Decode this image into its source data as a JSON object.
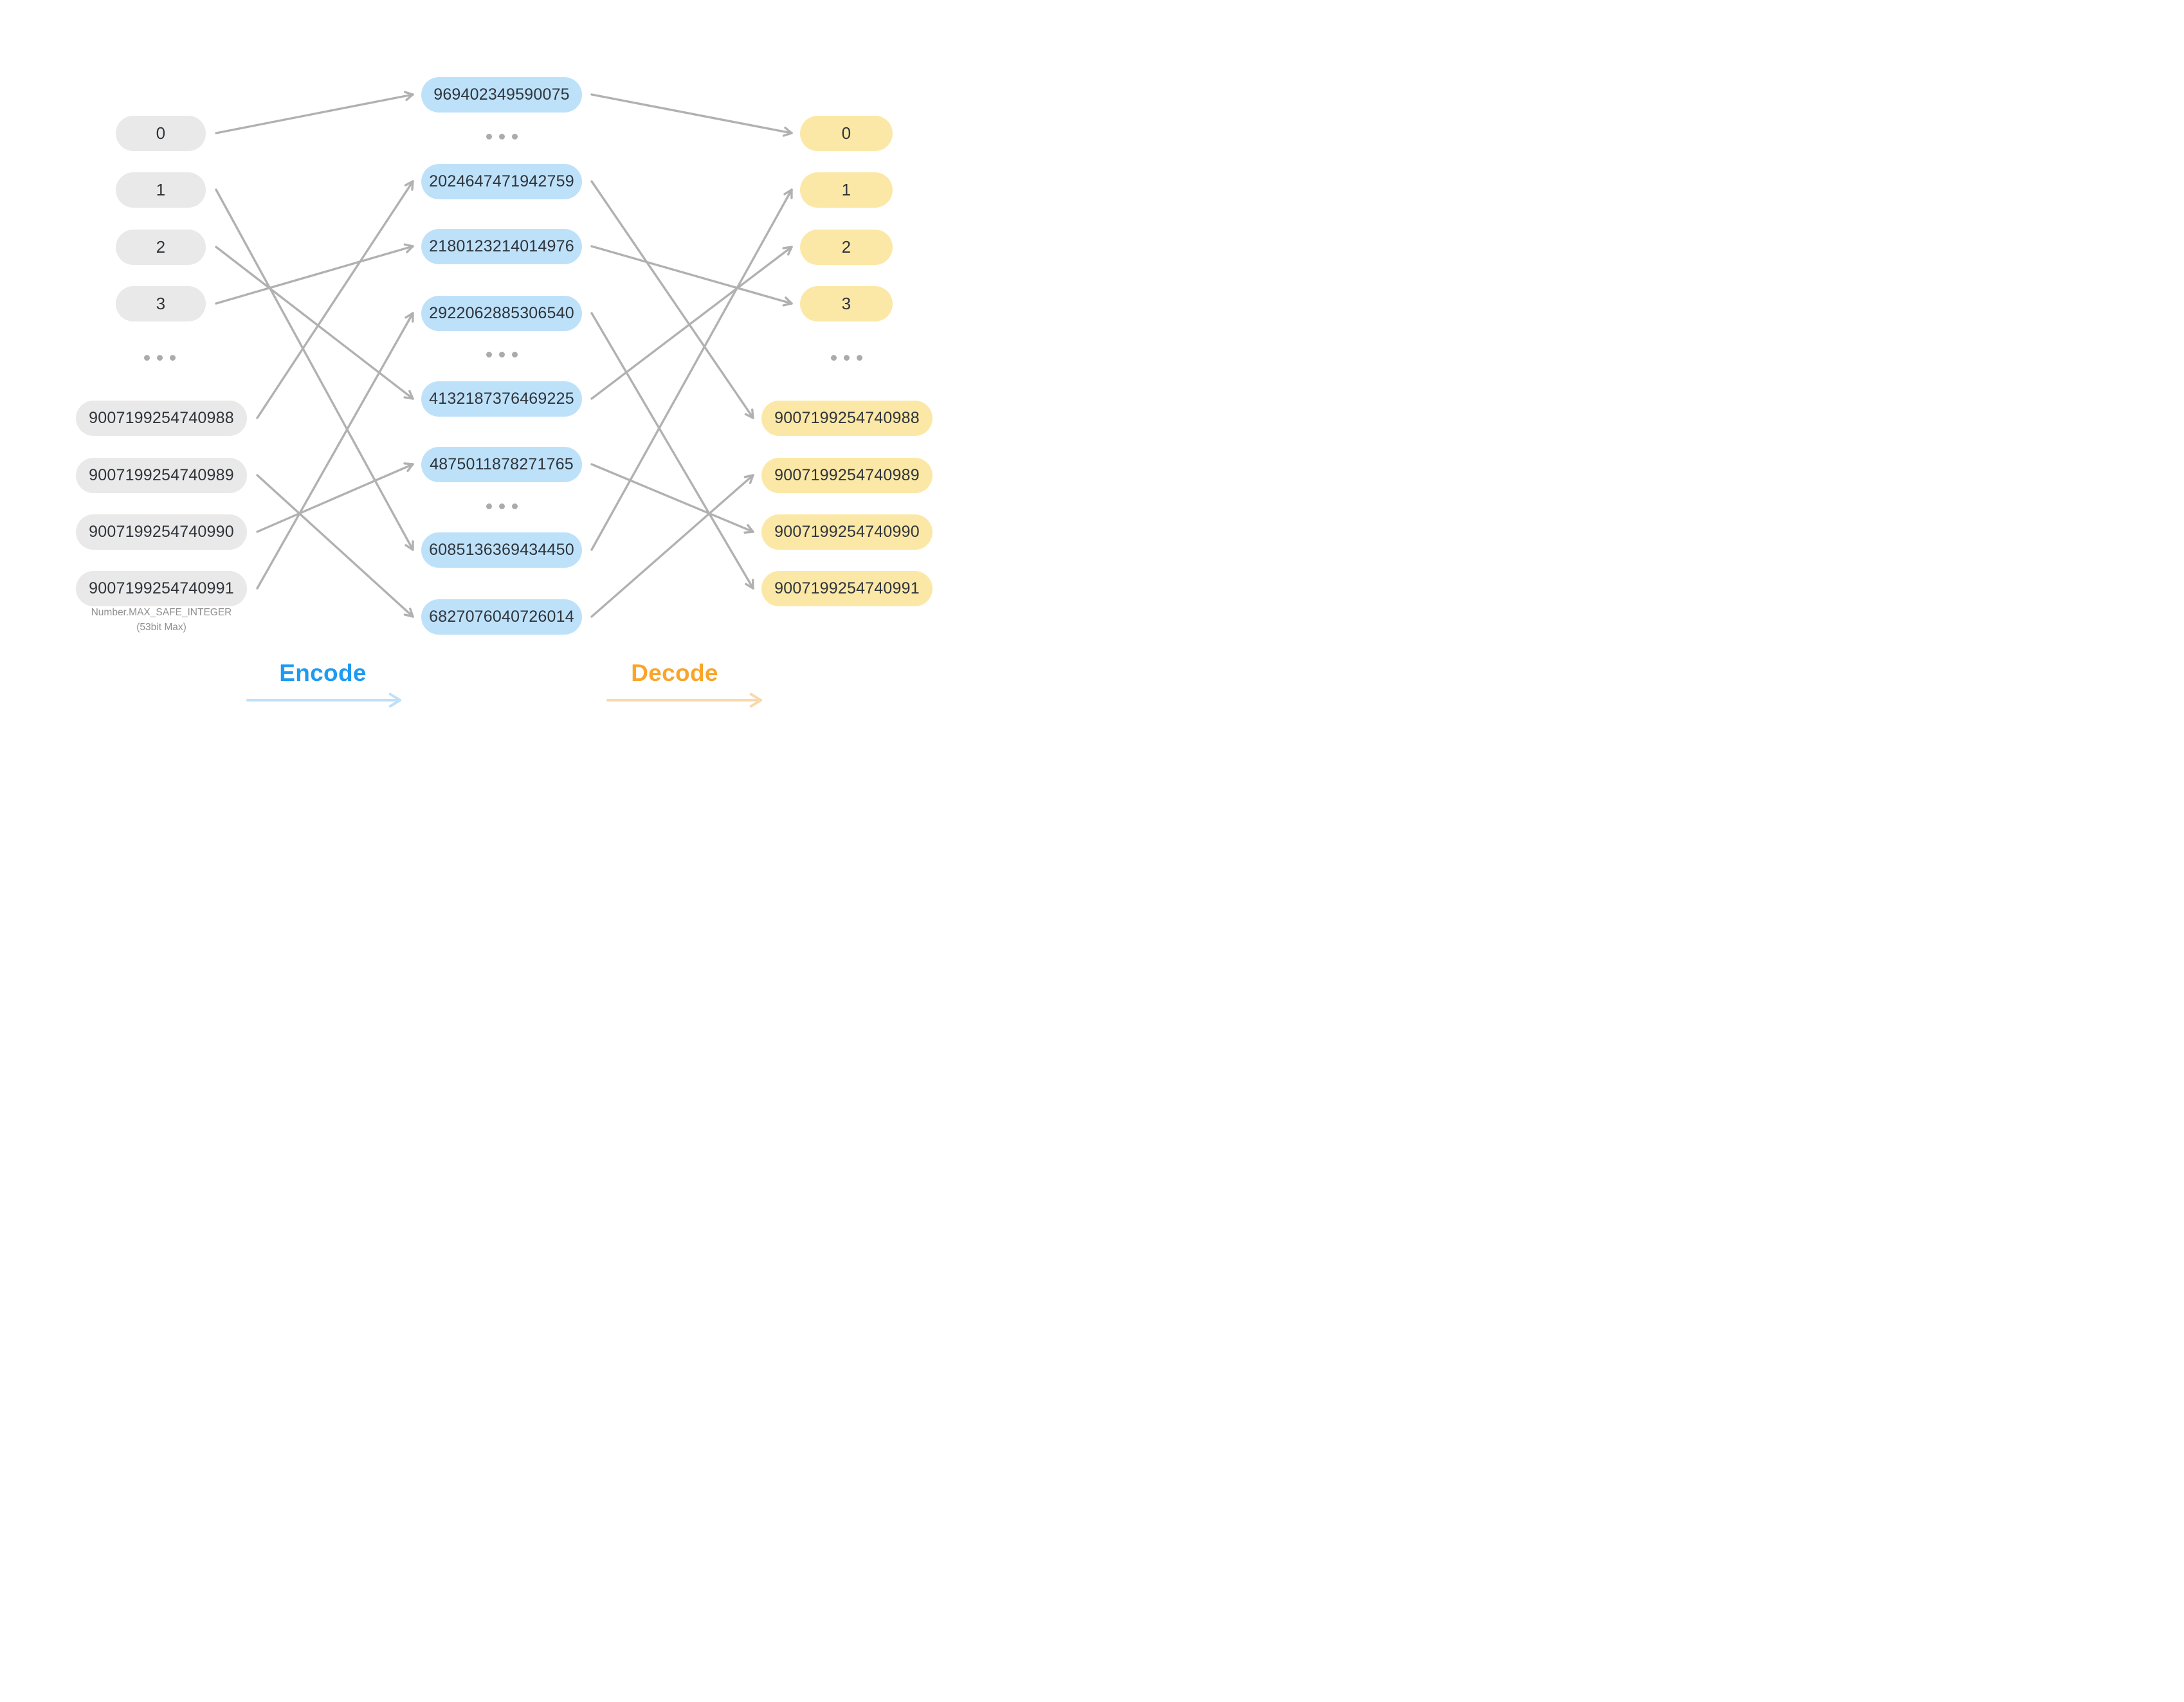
{
  "title": "Encode / Decode mapping diagram",
  "labels": {
    "encode": "Encode",
    "decode": "Decode"
  },
  "columns": {
    "plain": {
      "small_values": [
        "0",
        "1",
        "2",
        "3"
      ],
      "big_values": [
        "9007199254740988",
        "9007199254740989",
        "9007199254740990",
        "9007199254740991"
      ],
      "footnote_line1": "Number.MAX_SAFE_INTEGER",
      "footnote_line2": "(53bit Max)"
    },
    "encoded": {
      "values": [
        "969402349590075",
        "2024647471942759",
        "2180123214014976",
        "2922062885306540",
        "4132187376469225",
        "4875011878271765",
        "6085136369434450",
        "6827076040726014"
      ],
      "ellipsis_after_indices": [
        0,
        3,
        5
      ]
    },
    "decoded": {
      "small_values": [
        "0",
        "1",
        "2",
        "3"
      ],
      "big_values": [
        "9007199254740988",
        "9007199254740989",
        "9007199254740990",
        "9007199254740991"
      ]
    }
  },
  "ellipsis": {
    "dot_count": 3
  },
  "mappings": {
    "encode": [
      [
        "0",
        "969402349590075"
      ],
      [
        "1",
        "6085136369434450"
      ],
      [
        "2",
        "4132187376469225"
      ],
      [
        "3",
        "2180123214014976"
      ],
      [
        "9007199254740988",
        "2024647471942759"
      ],
      [
        "9007199254740989",
        "6827076040726014"
      ],
      [
        "9007199254740990",
        "4875011878271765"
      ],
      [
        "9007199254740991",
        "2922062885306540"
      ]
    ],
    "decode": [
      [
        "969402349590075",
        "0"
      ],
      [
        "2024647471942759",
        "9007199254740988"
      ],
      [
        "2180123214014976",
        "3"
      ],
      [
        "2922062885306540",
        "9007199254740991"
      ],
      [
        "4132187376469225",
        "2"
      ],
      [
        "4875011878271765",
        "9007199254740990"
      ],
      [
        "6085136369434450",
        "1"
      ],
      [
        "6827076040726014",
        "9007199254740989"
      ]
    ]
  },
  "colors": {
    "background": "#ffffff",
    "plain_pill": "#e9e9e9",
    "encoded_pill": "#bee1fa",
    "decoded_pill": "#fce8a6",
    "pill_text": "#2f353b",
    "arrow": "#b1b1b1",
    "dots": "#ababab",
    "footnote_text": "#8f8f8f",
    "encode_accent": "#1e9bf0",
    "encode_arrow": "#bee0fb",
    "decode_accent": "#f9a52c",
    "decode_arrow": "#f9d9a9"
  }
}
